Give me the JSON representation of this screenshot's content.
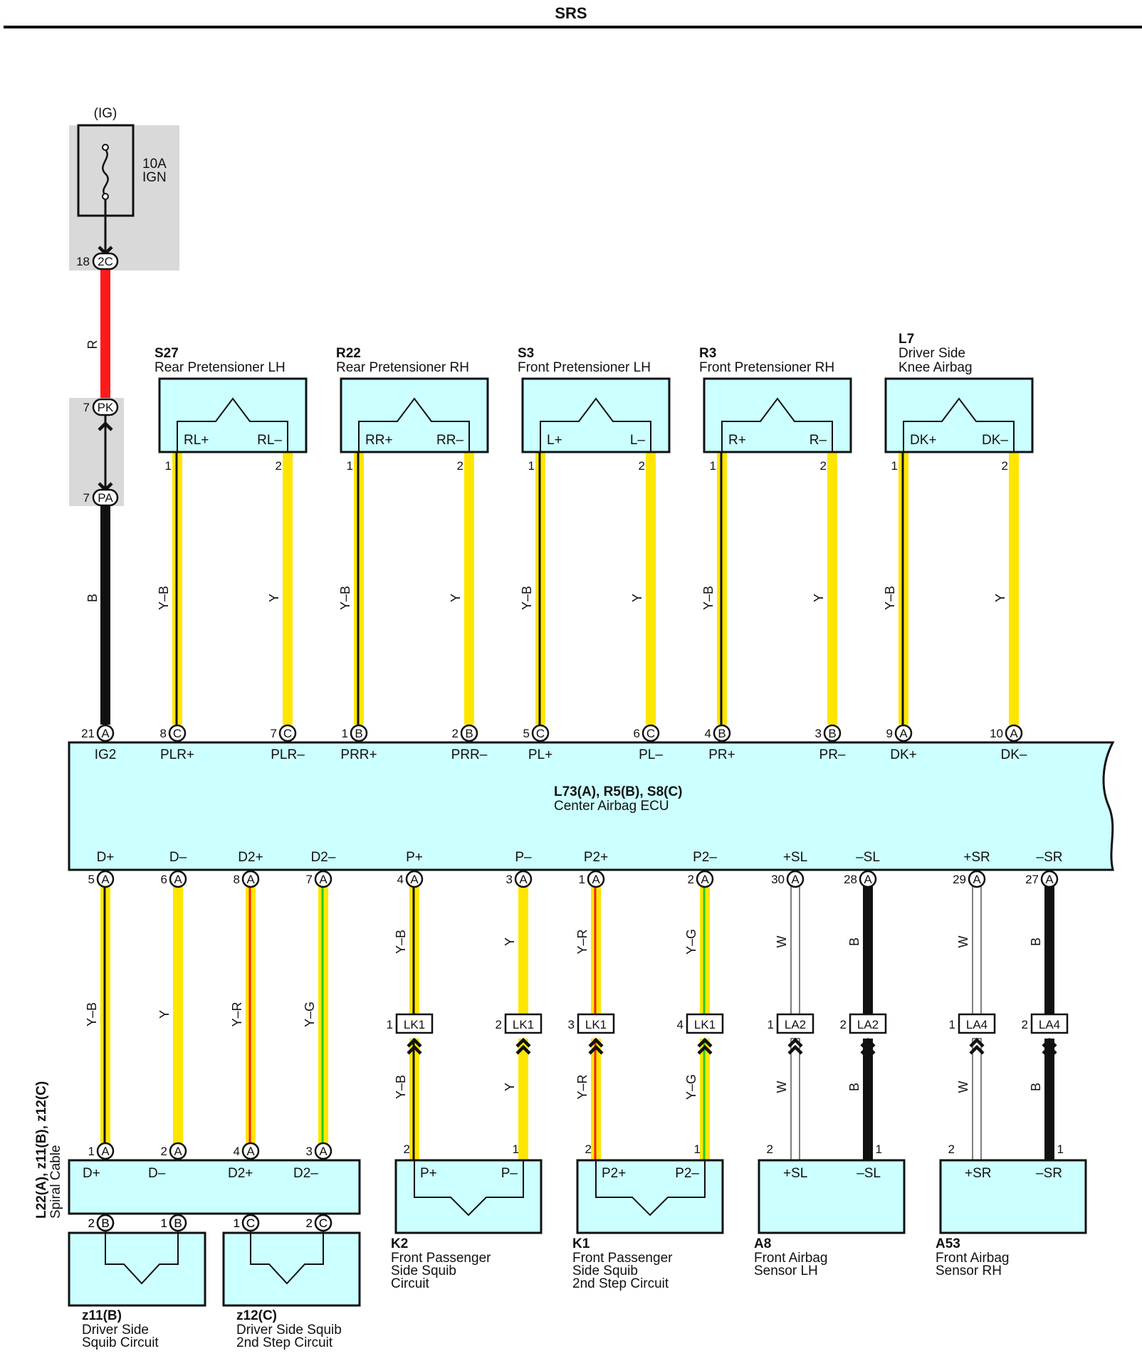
{
  "page": {
    "title": "SRS"
  },
  "colors": {
    "box_fill": "#ccffff",
    "gray_zone": "#d9d9d9",
    "red": "#ff1a1a",
    "yellow": "#ffe600",
    "black": "#111111",
    "green": "#22cc22",
    "white_wire": "#ffffff"
  },
  "fuse": {
    "source": "(IG)",
    "rating": "10A",
    "name": "IGN"
  },
  "connectors_top": {
    "c2C": {
      "pin": "18",
      "code": "2C"
    },
    "cPK": {
      "pin": "7",
      "code": "PK"
    },
    "cPA": {
      "pin": "7",
      "code": "PA"
    }
  },
  "wire_ig": {
    "upper": "R",
    "lower": "B"
  },
  "top_components": [
    {
      "code": "S27",
      "name": "Rear Pretensioner LH",
      "t1": "RL+",
      "t2": "RL–",
      "wire1": "Y–B",
      "wire2": "Y",
      "pin1": "1",
      "pin2": "2",
      "ecu_pin1": "8",
      "ecu_conn1": "C",
      "ecu_label1": "PLR+",
      "ecu_pin2": "7",
      "ecu_conn2": "C",
      "ecu_label2": "PLR–"
    },
    {
      "code": "R22",
      "name": "Rear Pretensioner RH",
      "t1": "RR+",
      "t2": "RR–",
      "wire1": "Y–B",
      "wire2": "Y",
      "pin1": "1",
      "pin2": "2",
      "ecu_pin1": "1",
      "ecu_conn1": "B",
      "ecu_label1": "PRR+",
      "ecu_pin2": "2",
      "ecu_conn2": "B",
      "ecu_label2": "PRR–"
    },
    {
      "code": "S3",
      "name": "Front Pretensioner LH",
      "t1": "L+",
      "t2": "L–",
      "wire1": "Y–B",
      "wire2": "Y",
      "pin1": "1",
      "pin2": "2",
      "ecu_pin1": "5",
      "ecu_conn1": "C",
      "ecu_label1": "PL+",
      "ecu_pin2": "6",
      "ecu_conn2": "C",
      "ecu_label2": "PL–"
    },
    {
      "code": "R3",
      "name": "Front Pretensioner RH",
      "t1": "R+",
      "t2": "R–",
      "wire1": "Y–B",
      "wire2": "Y",
      "pin1": "1",
      "pin2": "2",
      "ecu_pin1": "4",
      "ecu_conn1": "B",
      "ecu_label1": "PR+",
      "ecu_pin2": "3",
      "ecu_conn2": "B",
      "ecu_label2": "PR–"
    },
    {
      "code": "L7",
      "name": "Driver Side",
      "name2": "Knee Airbag",
      "t1": "DK+",
      "t2": "DK–",
      "wire1": "Y–B",
      "wire2": "Y",
      "pin1": "1",
      "pin2": "2",
      "ecu_pin1": "9",
      "ecu_conn1": "A",
      "ecu_label1": "DK+",
      "ecu_pin2": "10",
      "ecu_conn2": "A",
      "ecu_label2": "DK–"
    }
  ],
  "ecu": {
    "code": "L73(A), R5(B), S8(C)",
    "name": "Center Airbag ECU",
    "ig_pin": "21",
    "ig_conn": "A",
    "ig_label": "IG2",
    "bottom_terminals": [
      {
        "label": "D+",
        "pin": "5",
        "conn": "A"
      },
      {
        "label": "D–",
        "pin": "6",
        "conn": "A"
      },
      {
        "label": "D2+",
        "pin": "8",
        "conn": "A"
      },
      {
        "label": "D2–",
        "pin": "7",
        "conn": "A"
      },
      {
        "label": "P+",
        "pin": "4",
        "conn": "A"
      },
      {
        "label": "P–",
        "pin": "3",
        "conn": "A"
      },
      {
        "label": "P2+",
        "pin": "1",
        "conn": "A"
      },
      {
        "label": "P2–",
        "pin": "2",
        "conn": "A"
      },
      {
        "label": "+SL",
        "pin": "30",
        "conn": "A"
      },
      {
        "label": "–SL",
        "pin": "28",
        "conn": "A"
      },
      {
        "label": "+SR",
        "pin": "29",
        "conn": "A"
      },
      {
        "label": "–SR",
        "pin": "27",
        "conn": "A"
      }
    ]
  },
  "bottom_wires": {
    "upper": [
      "Y–B",
      "Y",
      "Y–R",
      "Y–G",
      "Y–B",
      "Y",
      "Y–R",
      "Y–G",
      "W",
      "B",
      "W",
      "B"
    ],
    "lower": [
      "Y–B",
      "Y",
      "Y–R",
      "Y–G",
      "W",
      "B",
      "W",
      "B"
    ]
  },
  "junctions": [
    {
      "pin": "1",
      "code": "LK1"
    },
    {
      "pin": "2",
      "code": "LK1"
    },
    {
      "pin": "3",
      "code": "LK1"
    },
    {
      "pin": "4",
      "code": "LK1"
    },
    {
      "pin": "1",
      "code": "LA2"
    },
    {
      "pin": "2",
      "code": "LA2"
    },
    {
      "pin": "1",
      "code": "LA4"
    },
    {
      "pin": "2",
      "code": "LA4"
    }
  ],
  "spiral": {
    "code": "L22(A), z11(B), z12(C)",
    "name": "Spiral Cable",
    "top_terms": [
      {
        "label": "D+",
        "pin": "1",
        "conn": "A"
      },
      {
        "label": "D–",
        "pin": "2",
        "conn": "A"
      },
      {
        "label": "D2+",
        "pin": "4",
        "conn": "A"
      },
      {
        "label": "D2–",
        "pin": "3",
        "conn": "A"
      }
    ],
    "bottom_pins": [
      {
        "pin": "2",
        "conn": "B"
      },
      {
        "pin": "1",
        "conn": "B"
      },
      {
        "pin": "1",
        "conn": "C"
      },
      {
        "pin": "2",
        "conn": "C"
      }
    ]
  },
  "bottom_components": [
    {
      "code": "z11(B)",
      "lines": [
        "Driver Side",
        "Squib Circuit"
      ]
    },
    {
      "code": "z12(C)",
      "lines": [
        "Driver Side Squib",
        "2nd Step Circuit"
      ]
    },
    {
      "code": "K2",
      "lines": [
        "Front Passenger",
        "Side Squib",
        "Circuit"
      ],
      "t1": "P+",
      "t2": "P–",
      "pin1": "2",
      "pin2": "1"
    },
    {
      "code": "K1",
      "lines": [
        "Front Passenger",
        "Side Squib",
        "2nd Step Circuit"
      ],
      "t1": "P2+",
      "t2": "P2–",
      "pin1": "2",
      "pin2": "1"
    },
    {
      "code": "A8",
      "lines": [
        "Front Airbag",
        "Sensor LH"
      ],
      "t1": "+SL",
      "t2": "–SL",
      "pin1": "2",
      "pin2": "1"
    },
    {
      "code": "A53",
      "lines": [
        "Front Airbag",
        "Sensor RH"
      ],
      "t1": "+SR",
      "t2": "–SR",
      "pin1": "2",
      "pin2": "1"
    }
  ]
}
